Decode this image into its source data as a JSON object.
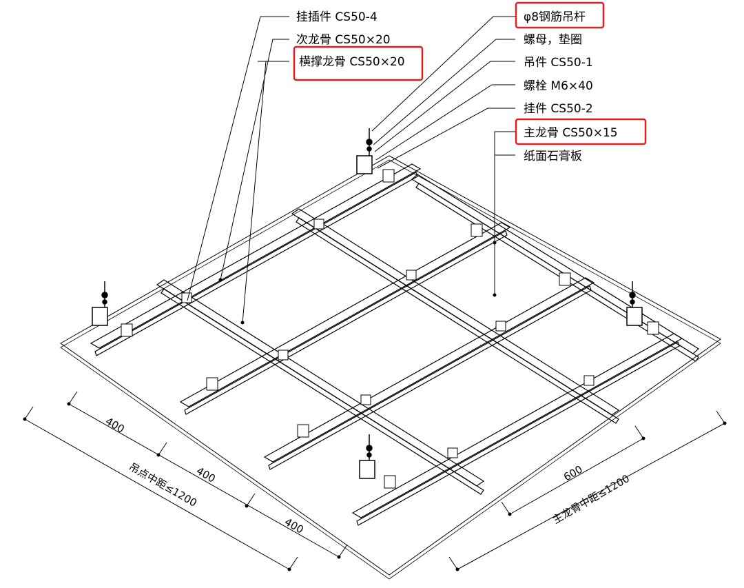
{
  "labels": {
    "hanging_insert": "挂插件 CS50-4",
    "secondary_keel": "次龙骨 CS50×20",
    "cross_brace_keel": "横撑龙骨 CS50×20",
    "rebar_rod": "φ8钢筋吊杆",
    "nut_washer": "螺母，垫圈",
    "hanger": "吊件 CS50-1",
    "bolt": "螺栓 M6×40",
    "hanging_piece": "挂件 CS50-2",
    "main_keel": "主龙骨 CS50×15",
    "gypsum_board": "纸面石膏板"
  },
  "dimensions": {
    "left_segment_1": "400",
    "left_segment_2": "400",
    "left_segment_3": "400",
    "left_total": "吊点中距≤1200",
    "right_segment": "600",
    "right_total": "主龙骨中距≤1200"
  },
  "highlight_color": "#e02020",
  "line_color": "#000000"
}
